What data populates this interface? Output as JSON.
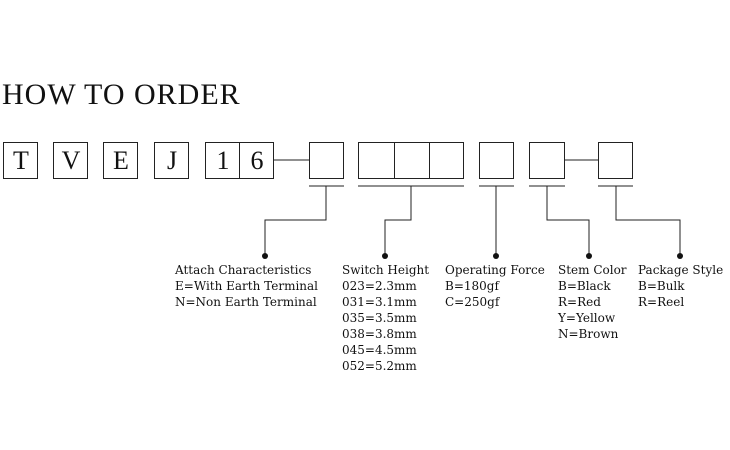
{
  "title": "HOW TO ORDER",
  "prefix_letters": [
    "T",
    "V",
    "E",
    "J",
    "1",
    "6"
  ],
  "notes": {
    "attach": {
      "heading": "Attach Characteristics",
      "options": [
        "E=With Earth Terminal",
        "N=Non Earth Terminal"
      ]
    },
    "height": {
      "heading": "Switch Height",
      "options": [
        "023=2.3mm",
        "031=3.1mm",
        "035=3.5mm",
        "038=3.8mm",
        "045=4.5mm",
        "052=5.2mm"
      ]
    },
    "force": {
      "heading": "Operating Force",
      "options": [
        "B=180gf",
        "C=250gf"
      ]
    },
    "color": {
      "heading": "Stem Color",
      "options": [
        "B=Black",
        "R=Red",
        "Y=Yellow",
        "N=Brown"
      ]
    },
    "package": {
      "heading": "Package Style",
      "options": [
        "B=Bulk",
        "R=Reel"
      ]
    }
  }
}
